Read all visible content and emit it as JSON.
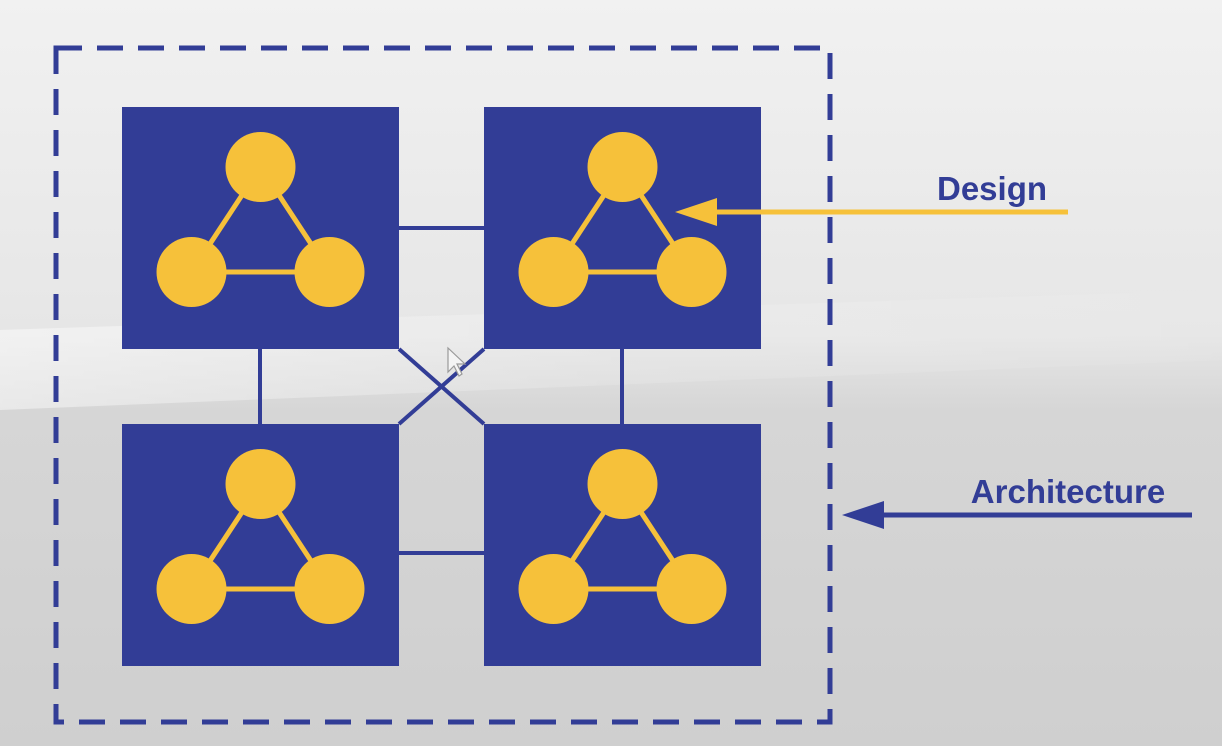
{
  "labels": {
    "design": "Design",
    "architecture": "Architecture"
  },
  "colors": {
    "module_fill": "#323D96",
    "node_fill": "#F6C13A",
    "design_arrow": "#F6C13A",
    "architecture_arrow": "#323D96",
    "boundary": "#323D96",
    "label_text": "#323D96"
  },
  "modules": [
    {
      "id": "top-left",
      "node_count": 3
    },
    {
      "id": "top-right",
      "node_count": 3
    },
    {
      "id": "bottom-left",
      "node_count": 3
    },
    {
      "id": "bottom-right",
      "node_count": 3
    }
  ],
  "connections": [
    {
      "from": "top-left",
      "to": "top-right"
    },
    {
      "from": "bottom-left",
      "to": "bottom-right"
    },
    {
      "from": "top-left",
      "to": "bottom-left"
    },
    {
      "from": "top-right",
      "to": "bottom-right"
    },
    {
      "from": "top-left",
      "to": "bottom-right"
    },
    {
      "from": "top-right",
      "to": "bottom-left"
    }
  ],
  "annotations": [
    {
      "label": "Design",
      "points_to": "top-right module internal structure"
    },
    {
      "label": "Architecture",
      "points_to": "system boundary"
    }
  ]
}
